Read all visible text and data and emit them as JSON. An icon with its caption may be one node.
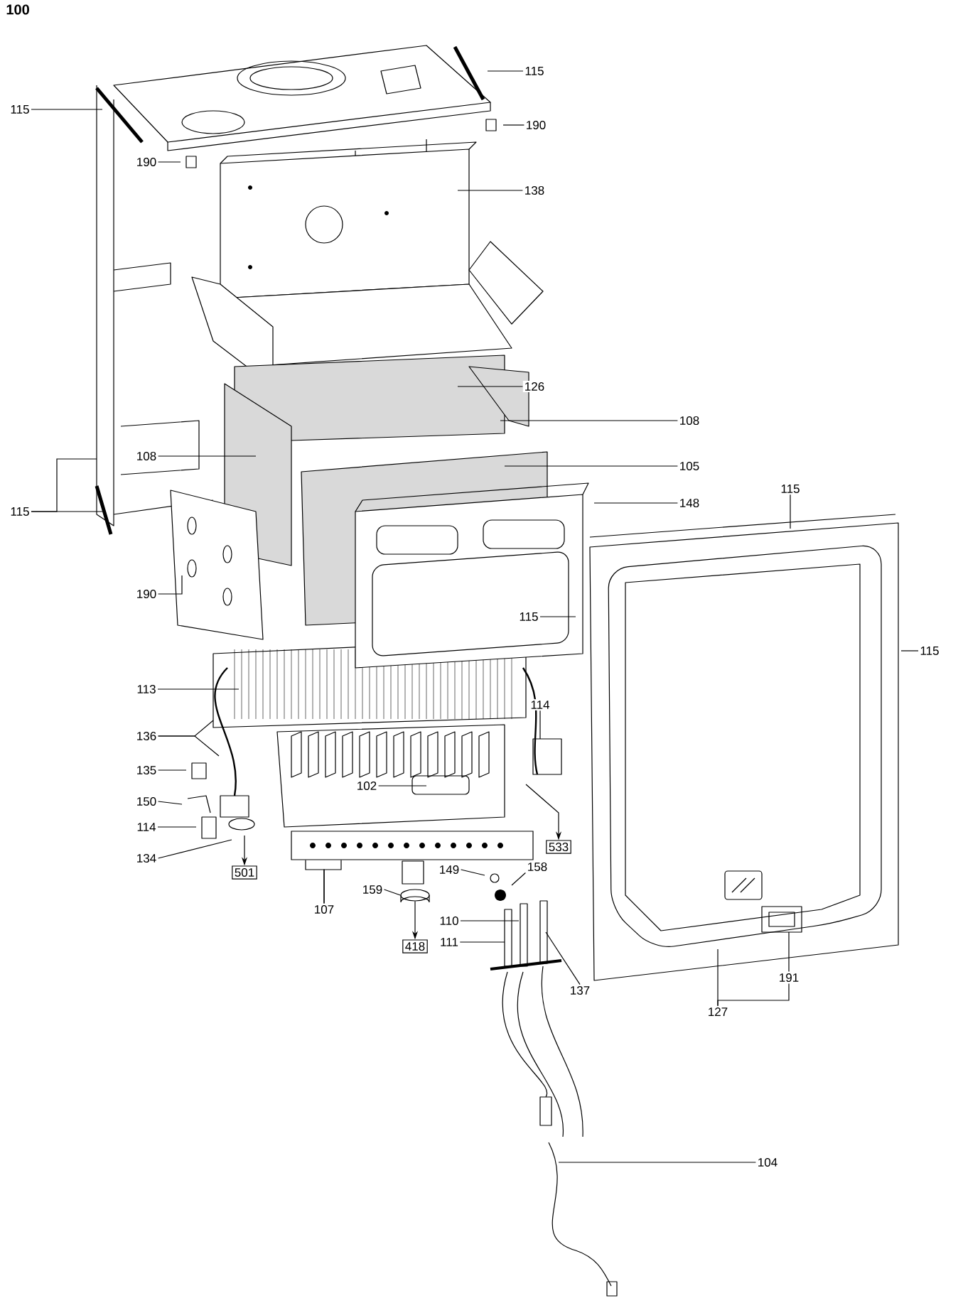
{
  "diagram": {
    "title": "100",
    "nodes": [
      {
        "text": [
          "115"
        ]
      },
      {
        "text": [
          "115"
        ]
      },
      {
        "text": [
          "190"
        ]
      },
      {
        "text": [
          "190"
        ]
      },
      {
        "text": [
          "138"
        ]
      },
      {
        "text": [
          "126"
        ]
      },
      {
        "text": [
          "108"
        ]
      },
      {
        "text": [
          "108"
        ]
      },
      {
        "text": [
          "105"
        ]
      },
      {
        "text": [
          "115"
        ]
      },
      {
        "text": [
          "148"
        ]
      },
      {
        "text": [
          "115"
        ]
      },
      {
        "text": [
          "190"
        ]
      },
      {
        "text": [
          "115"
        ]
      },
      {
        "text": [
          "115"
        ]
      },
      {
        "text": [
          "113"
        ]
      },
      {
        "text": [
          "114"
        ]
      },
      {
        "text": [
          "136"
        ]
      },
      {
        "text": [
          "135"
        ]
      },
      {
        "text": [
          "102"
        ]
      },
      {
        "text": [
          "150"
        ]
      },
      {
        "text": [
          "114"
        ]
      },
      {
        "text": [
          "533"
        ]
      },
      {
        "text": [
          "134"
        ]
      },
      {
        "text": [
          "149"
        ]
      },
      {
        "text": [
          "158"
        ]
      },
      {
        "text": [
          "501"
        ]
      },
      {
        "text": [
          "159"
        ]
      },
      {
        "text": [
          "107"
        ]
      },
      {
        "text": [
          "110"
        ]
      },
      {
        "text": [
          "111"
        ]
      },
      {
        "text": [
          "418"
        ]
      },
      {
        "text": [
          "191"
        ]
      },
      {
        "text": [
          "137"
        ]
      },
      {
        "text": [
          "127"
        ]
      },
      {
        "text": [
          "104"
        ]
      },
      {
        "text": [],
        "shape": "circle"
      },
      {
        "text": [],
        "shape": "bar"
      }
    ],
    "edges": [
      {
        "from": 0,
        "to": null,
        "arrow": "none"
      },
      {
        "from": 1,
        "to": null,
        "arrow": "none"
      },
      {
        "from": 2,
        "to": null,
        "arrow": "none"
      },
      {
        "from": 3,
        "to": null,
        "arrow": "none"
      },
      {
        "from": 4,
        "to": null,
        "arrow": "none"
      },
      {
        "from": 5,
        "to": null,
        "arrow": "none"
      },
      {
        "from": 6,
        "to": null,
        "arrow": "none"
      },
      {
        "from": 7,
        "to": null,
        "arrow": "none"
      },
      {
        "from": 8,
        "to": null,
        "arrow": "none"
      },
      {
        "from": 9,
        "to": null,
        "arrow": "none"
      },
      {
        "from": 10,
        "to": null,
        "arrow": "none"
      },
      {
        "from": 11,
        "to": null,
        "arrow": "none"
      },
      {
        "from": 11,
        "to": null,
        "arrow": "none"
      },
      {
        "from": 12,
        "to": null,
        "arrow": "none"
      },
      {
        "from": 13,
        "to": null,
        "arrow": "none"
      },
      {
        "from": 14,
        "to": null,
        "arrow": "none"
      },
      {
        "from": 15,
        "to": null,
        "arrow": "none"
      },
      {
        "from": 16,
        "to": null,
        "arrow": "none"
      },
      {
        "from": 17,
        "to": null,
        "arrow": "none"
      },
      {
        "from": 17,
        "to": null,
        "arrow": "none"
      },
      {
        "from": 18,
        "to": null,
        "arrow": "none"
      },
      {
        "from": 19,
        "to": null,
        "arrow": "none"
      },
      {
        "from": 20,
        "to": null,
        "arrow": "none"
      },
      {
        "from": 21,
        "to": null,
        "arrow": "none"
      },
      {
        "from": null,
        "to": 22,
        "arrow": "to"
      },
      {
        "from": 23,
        "to": null,
        "arrow": "none"
      },
      {
        "from": 24,
        "to": null,
        "arrow": "none"
      },
      {
        "from": 25,
        "to": null,
        "arrow": "none"
      },
      {
        "from": null,
        "to": 26,
        "arrow": "to"
      },
      {
        "from": 27,
        "to": 36,
        "arrow": "none"
      },
      {
        "from": 28,
        "to": 37,
        "arrow": "none"
      },
      {
        "from": 28,
        "to": 37,
        "arrow": "none"
      },
      {
        "from": 29,
        "to": null,
        "arrow": "none"
      },
      {
        "from": 30,
        "to": null,
        "arrow": "none"
      },
      {
        "from": 36,
        "to": 31,
        "arrow": "to"
      },
      {
        "from": 32,
        "to": null,
        "arrow": "none"
      },
      {
        "from": 33,
        "to": null,
        "arrow": "none"
      },
      {
        "from": 34,
        "to": null,
        "arrow": "none"
      },
      {
        "from": 34,
        "to": 32,
        "arrow": "none"
      },
      {
        "from": 35,
        "to": null,
        "arrow": "none"
      }
    ]
  }
}
